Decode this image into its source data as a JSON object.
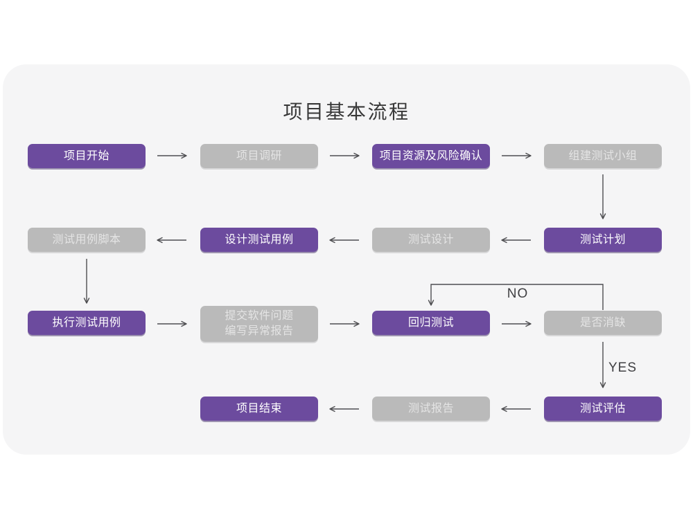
{
  "page": {
    "title": "项目基本流程"
  },
  "colors": {
    "primary_node": "#6c4b9e",
    "secondary_node": "#bababa",
    "card_background": "#f5f5f6",
    "page_background": "#ffffff",
    "arrow": "#4d4d50",
    "title_text": "#383838"
  },
  "nodes": [
    {
      "id": "project-start",
      "label": "项目开始",
      "variant": "primary"
    },
    {
      "id": "project-research",
      "label": "项目调研",
      "variant": "secondary"
    },
    {
      "id": "resource-risk-confirm",
      "label": "项目资源及风险确认",
      "variant": "primary"
    },
    {
      "id": "form-test-team",
      "label": "组建测试小组",
      "variant": "secondary"
    },
    {
      "id": "test-plan",
      "label": "测试计划",
      "variant": "primary"
    },
    {
      "id": "test-design",
      "label": "测试设计",
      "variant": "secondary"
    },
    {
      "id": "design-test-cases",
      "label": "设计测试用例",
      "variant": "primary"
    },
    {
      "id": "test-case-script",
      "label": "测试用例脚本",
      "variant": "secondary"
    },
    {
      "id": "execute-test-cases",
      "label": "执行测试用例",
      "variant": "primary"
    },
    {
      "id": "submit-issue-report",
      "label": "提交软件问题\n编写异常报告",
      "variant": "secondary"
    },
    {
      "id": "regression-test",
      "label": "回归测试",
      "variant": "primary"
    },
    {
      "id": "defect-cleared",
      "label": "是否消缺",
      "variant": "secondary"
    },
    {
      "id": "test-evaluation",
      "label": "测试评估",
      "variant": "primary"
    },
    {
      "id": "test-report",
      "label": "测试报告",
      "variant": "secondary"
    },
    {
      "id": "project-end",
      "label": "项目结束",
      "variant": "primary"
    }
  ],
  "branch_labels": {
    "no": "NO",
    "yes": "YES"
  }
}
